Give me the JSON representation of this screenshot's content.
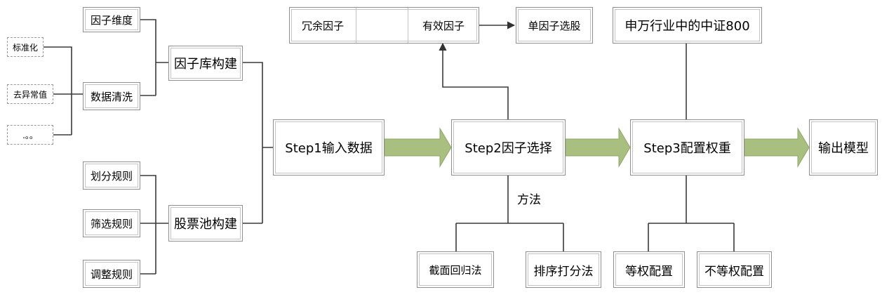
{
  "diagram": {
    "dashed_leaves": [
      {
        "id": "standardize",
        "label": "标准化"
      },
      {
        "id": "outlier",
        "label": "去异常值"
      },
      {
        "id": "etc",
        "label": ".。。"
      }
    ],
    "factor_leaves": [
      {
        "id": "factor_dimension",
        "label": "因子维度"
      },
      {
        "id": "data_cleaning",
        "label": "数据清洗"
      }
    ],
    "pool_leaves": [
      {
        "id": "partition_rules",
        "label": "划分规则"
      },
      {
        "id": "filter_rules",
        "label": "筛选规则"
      },
      {
        "id": "adjust_rules",
        "label": "调整规则"
      }
    ],
    "groups": {
      "factor_library": "因子库构建",
      "stock_pool": "股票池构建"
    },
    "steps": {
      "step1": "Step1输入数据",
      "step2": "Step2因子选择",
      "step3": "Step3配置权重",
      "output": "输出模型"
    },
    "top": {
      "redundant": "冗余因子",
      "effective": "有效因子",
      "single_factor": "单因子选股",
      "industry": "申万行业中的中证800"
    },
    "method": {
      "label": "方法",
      "cross_section": "截面回归法",
      "ranking": "排序打分法"
    },
    "weights": {
      "equal": "等权配置",
      "unequal": "不等权配置"
    },
    "colors": {
      "flow_arrow": "#a8bf80",
      "line": "#3a3a3a",
      "box_border": "#8f8f8f"
    }
  }
}
